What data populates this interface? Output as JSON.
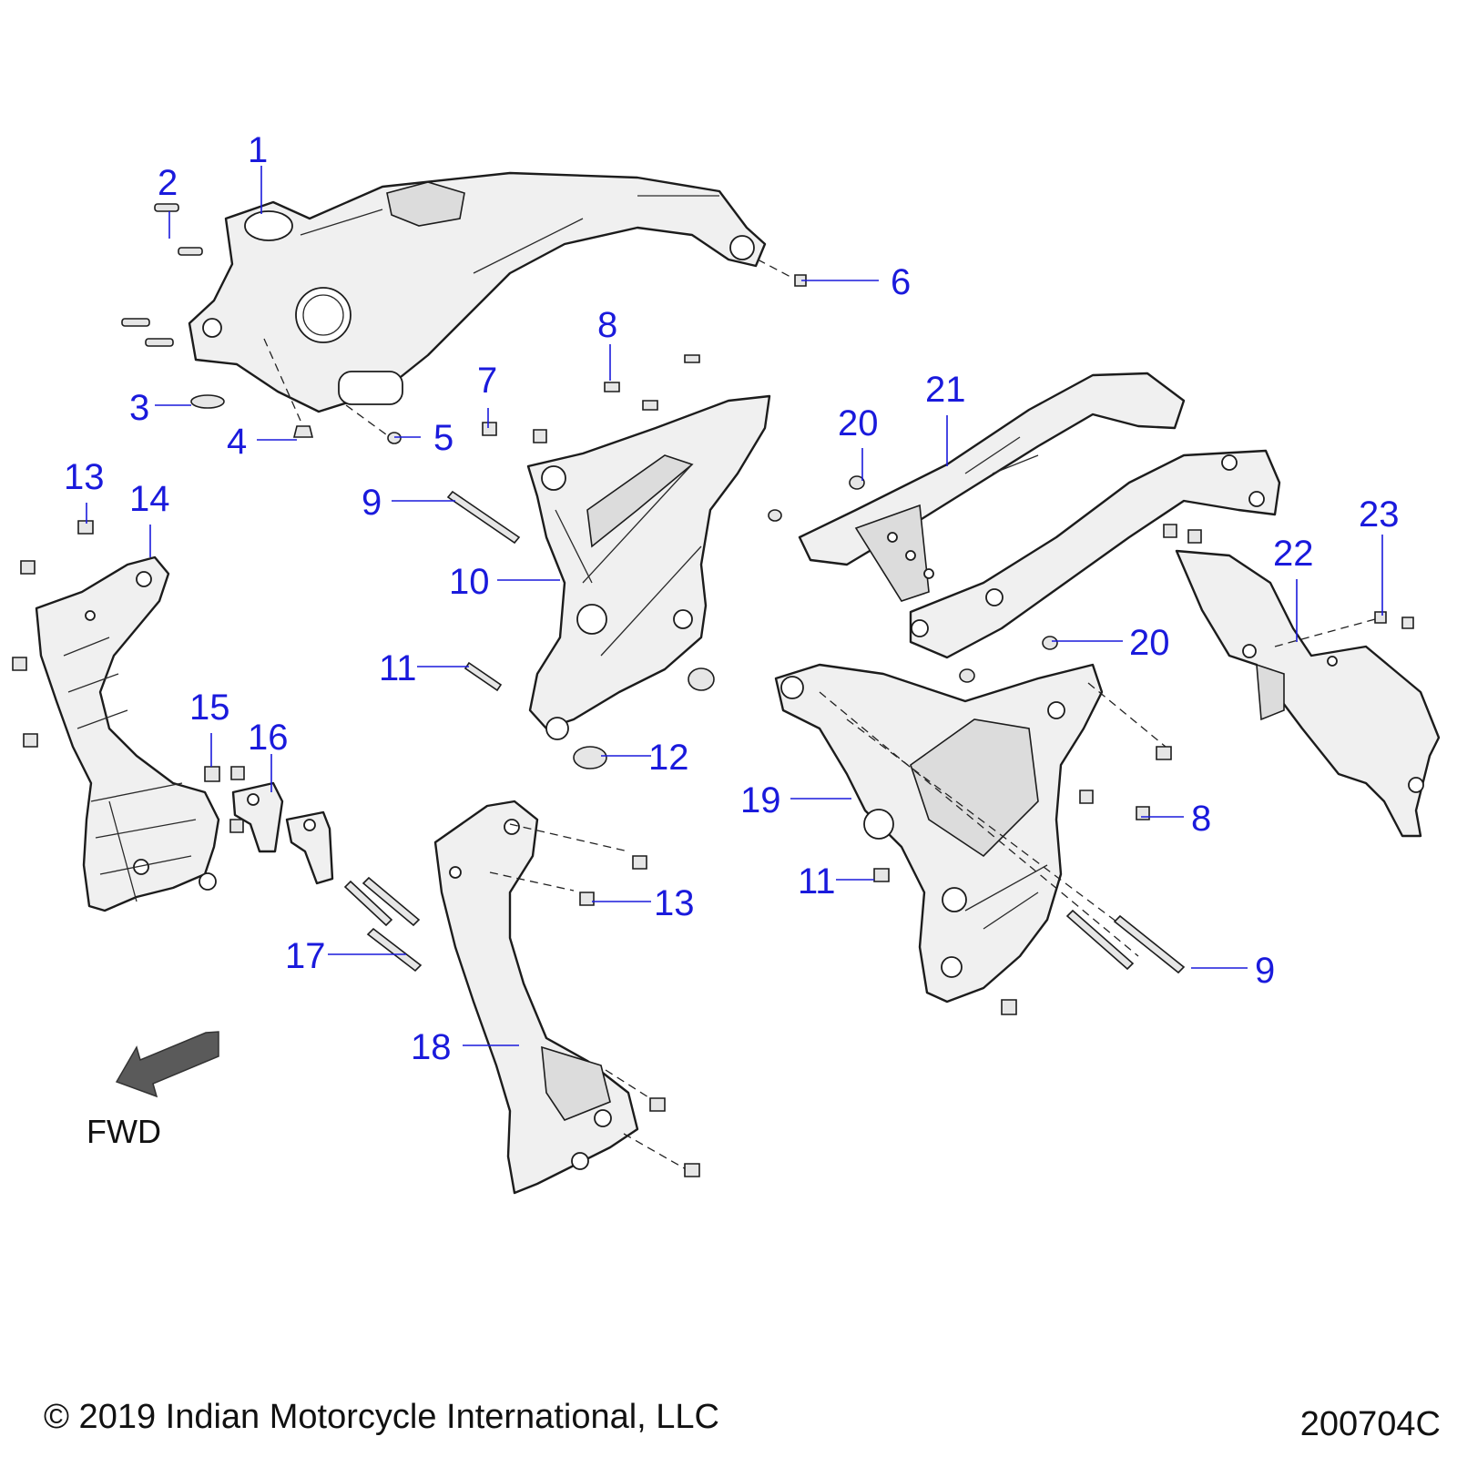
{
  "callouts": [
    {
      "id": "c1",
      "label": "1"
    },
    {
      "id": "c2",
      "label": "2"
    },
    {
      "id": "c3",
      "label": "3"
    },
    {
      "id": "c4",
      "label": "4"
    },
    {
      "id": "c5",
      "label": "5"
    },
    {
      "id": "c6",
      "label": "6"
    },
    {
      "id": "c7",
      "label": "7"
    },
    {
      "id": "c8a",
      "label": "8"
    },
    {
      "id": "c8b",
      "label": "8"
    },
    {
      "id": "c9a",
      "label": "9"
    },
    {
      "id": "c9b",
      "label": "9"
    },
    {
      "id": "c10",
      "label": "10"
    },
    {
      "id": "c11a",
      "label": "11"
    },
    {
      "id": "c11b",
      "label": "11"
    },
    {
      "id": "c12",
      "label": "12"
    },
    {
      "id": "c13a",
      "label": "13"
    },
    {
      "id": "c13b",
      "label": "13"
    },
    {
      "id": "c14",
      "label": "14"
    },
    {
      "id": "c15",
      "label": "15"
    },
    {
      "id": "c16",
      "label": "16"
    },
    {
      "id": "c17",
      "label": "17"
    },
    {
      "id": "c18",
      "label": "18"
    },
    {
      "id": "c19",
      "label": "19"
    },
    {
      "id": "c20a",
      "label": "20"
    },
    {
      "id": "c20b",
      "label": "20"
    },
    {
      "id": "c21",
      "label": "21"
    },
    {
      "id": "c22",
      "label": "22"
    },
    {
      "id": "c23",
      "label": "23"
    }
  ],
  "direction_label": "FWD",
  "copyright": "© 2019 Indian Motorcycle International, LLC",
  "diagram_code": "200704C",
  "colors": {
    "callout": "#1a1adc",
    "part_fill": "#f0f0f0",
    "outline": "#1c1c1c",
    "arrow": "#555555"
  }
}
